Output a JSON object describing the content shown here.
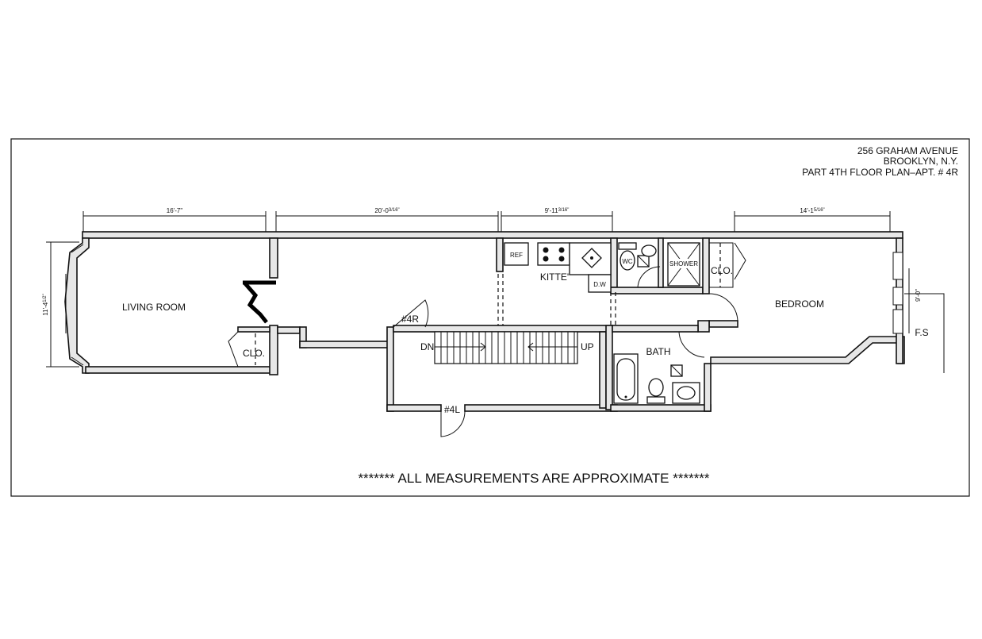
{
  "title_block": {
    "address": "256 GRAHAM AVENUE",
    "city": "BROOKLYN, N.Y.",
    "plan_title": "PART 4TH FLOOR PLAN–APT. # 4R"
  },
  "dimensions": {
    "living_room_width": "16'-7\"",
    "middle_room_width": "20'-0",
    "middle_room_width_fraction": "3/16\"",
    "kitchen_width": "9'-11",
    "kitchen_width_fraction": "3/16\"",
    "bedroom_width": "14'-1",
    "bedroom_width_fraction": "5/16\"",
    "living_room_depth": "11'-4",
    "living_room_depth_fraction": "1/2\"",
    "bedroom_right_depth": "9'-0\""
  },
  "rooms": {
    "living_room": "LIVING ROOM",
    "kitchen": "KITTE'",
    "bedroom": "BEDROOM",
    "bath": "BATH",
    "closet_left": "CLO.",
    "closet_right": "CLO."
  },
  "fixtures": {
    "refrigerator": "REF",
    "dishwasher": "D.W",
    "water_closet": "WC",
    "shower": "SHOWER"
  },
  "stair": {
    "down": "DN",
    "up": "UP",
    "apt_4r": "#4R",
    "apt_4l": "#4L"
  },
  "exterior": {
    "fire_stair": "F.S"
  },
  "footer_note": "******* ALL MEASUREMENTS ARE APPROXIMATE *******"
}
